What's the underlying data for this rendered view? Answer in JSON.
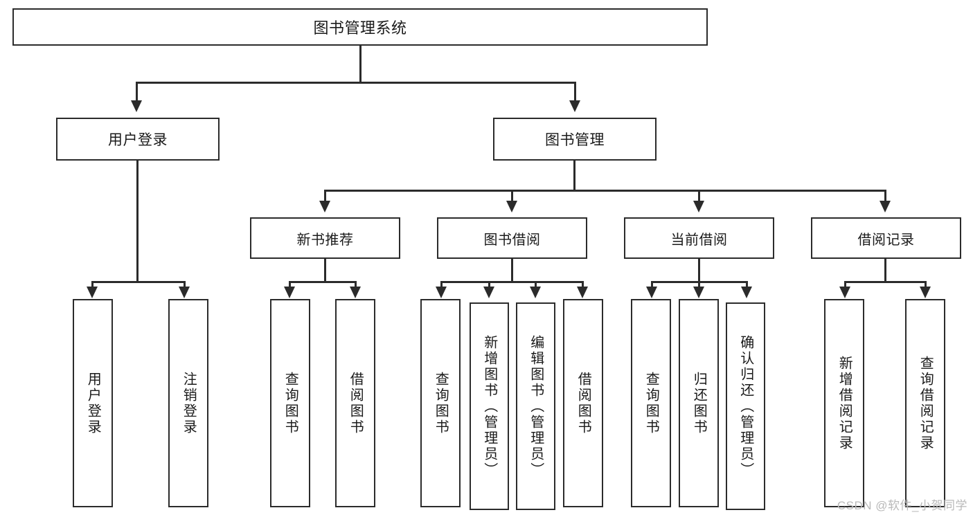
{
  "diagram": {
    "title": "图书管理系统",
    "type": "tree-hierarchy-chart",
    "root": {
      "label": "图书管理系统"
    },
    "level2": [
      {
        "label": "用户登录"
      },
      {
        "label": "图书管理"
      }
    ],
    "level3": [
      {
        "label": "新书推荐"
      },
      {
        "label": "图书借阅"
      },
      {
        "label": "当前借阅"
      },
      {
        "label": "借阅记录"
      }
    ],
    "leaves": {
      "user_login": [
        {
          "label": "用户登录"
        },
        {
          "label": "注销登录"
        }
      ],
      "new_book_recommend": [
        {
          "label": "查询图书"
        },
        {
          "label": "借阅图书"
        }
      ],
      "book_borrow": [
        {
          "label": "查询图书"
        },
        {
          "label": "新增图书（管理员）"
        },
        {
          "label": "编辑图书（管理员）"
        },
        {
          "label": "借阅图书"
        }
      ],
      "current_borrow": [
        {
          "label": "查询图书"
        },
        {
          "label": "归还图书"
        },
        {
          "label": "确认归还（管理员）"
        }
      ],
      "borrow_record": [
        {
          "label": "新增借阅记录"
        },
        {
          "label": "查询借阅记录"
        }
      ]
    }
  },
  "watermark": {
    "text": "CSDN @软件_小贺同学"
  },
  "colors": {
    "stroke": "#2b2b2b",
    "box_fill": "#ffffff",
    "text": "#1a1a1a",
    "watermark": "#b9b9b9",
    "background": "#ffffff"
  }
}
